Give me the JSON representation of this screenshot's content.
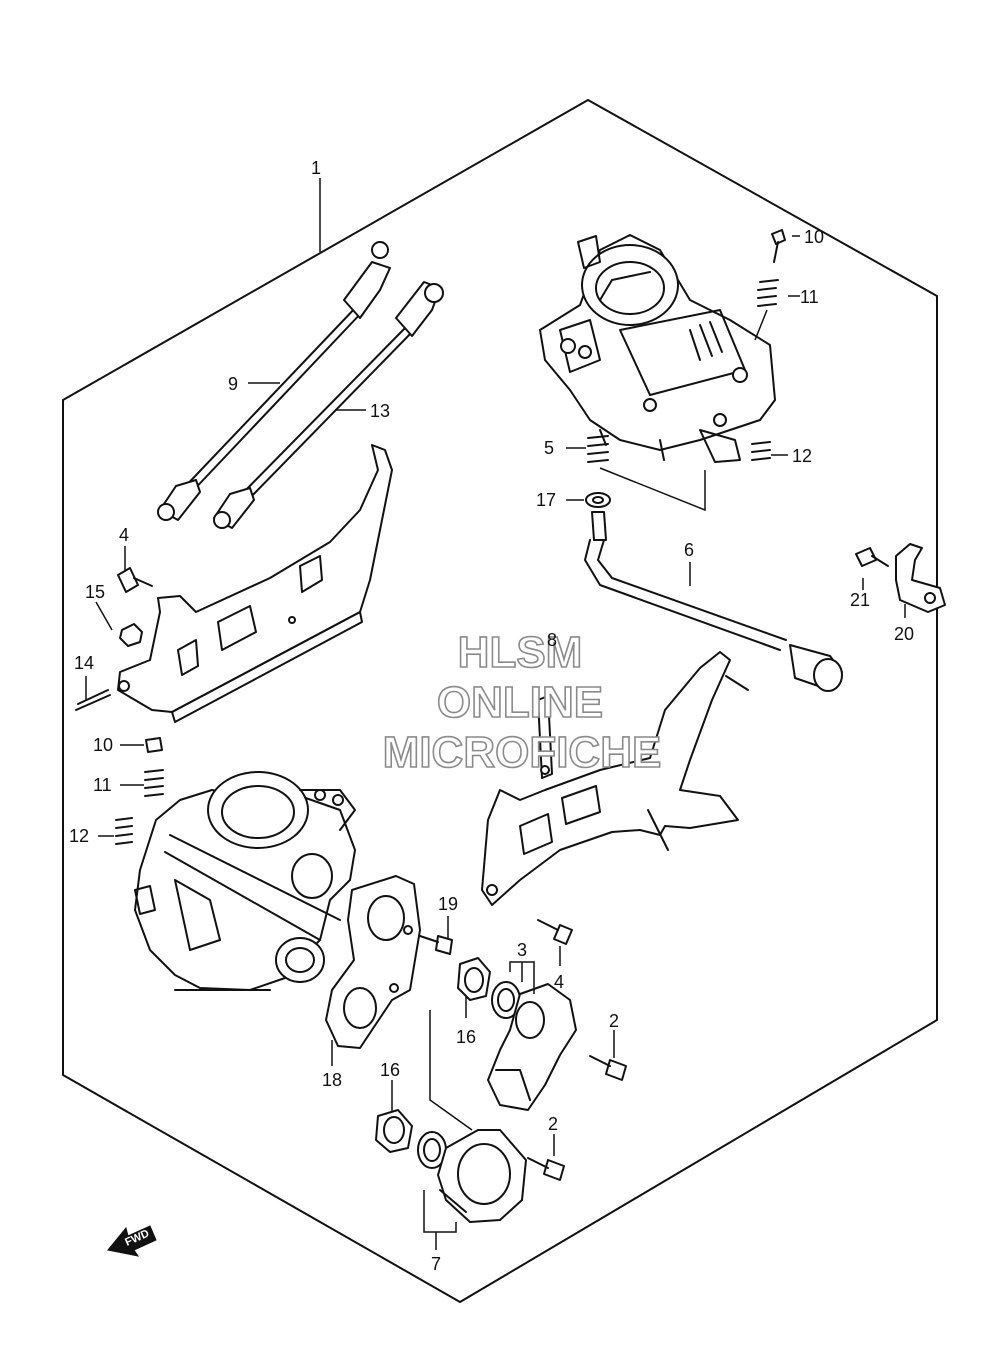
{
  "watermark": {
    "line1": "HLSM",
    "line2": "ONLINE",
    "line3": "MICROFICHE"
  },
  "fwd_marker": {
    "text": "FWD"
  },
  "callouts": [
    {
      "id": "c1",
      "number": "1"
    },
    {
      "id": "c10a",
      "number": "10"
    },
    {
      "id": "c11a",
      "number": "11"
    },
    {
      "id": "c12a",
      "number": "12"
    },
    {
      "id": "c5",
      "number": "5"
    },
    {
      "id": "c17",
      "number": "17"
    },
    {
      "id": "c6",
      "number": "6"
    },
    {
      "id": "c21",
      "number": "21"
    },
    {
      "id": "c20",
      "number": "20"
    },
    {
      "id": "c9",
      "number": "9"
    },
    {
      "id": "c13",
      "number": "13"
    },
    {
      "id": "c4a",
      "number": "4"
    },
    {
      "id": "c15",
      "number": "15"
    },
    {
      "id": "c14",
      "number": "14"
    },
    {
      "id": "c8",
      "number": "8"
    },
    {
      "id": "c10b",
      "number": "10"
    },
    {
      "id": "c11b",
      "number": "11"
    },
    {
      "id": "c12b",
      "number": "12"
    },
    {
      "id": "c19",
      "number": "19"
    },
    {
      "id": "c3",
      "number": "3"
    },
    {
      "id": "c4b",
      "number": "4"
    },
    {
      "id": "c2a",
      "number": "2"
    },
    {
      "id": "c16a",
      "number": "16"
    },
    {
      "id": "c18",
      "number": "18"
    },
    {
      "id": "c16b",
      "number": "16"
    },
    {
      "id": "c2b",
      "number": "2"
    },
    {
      "id": "c7",
      "number": "7"
    }
  ]
}
